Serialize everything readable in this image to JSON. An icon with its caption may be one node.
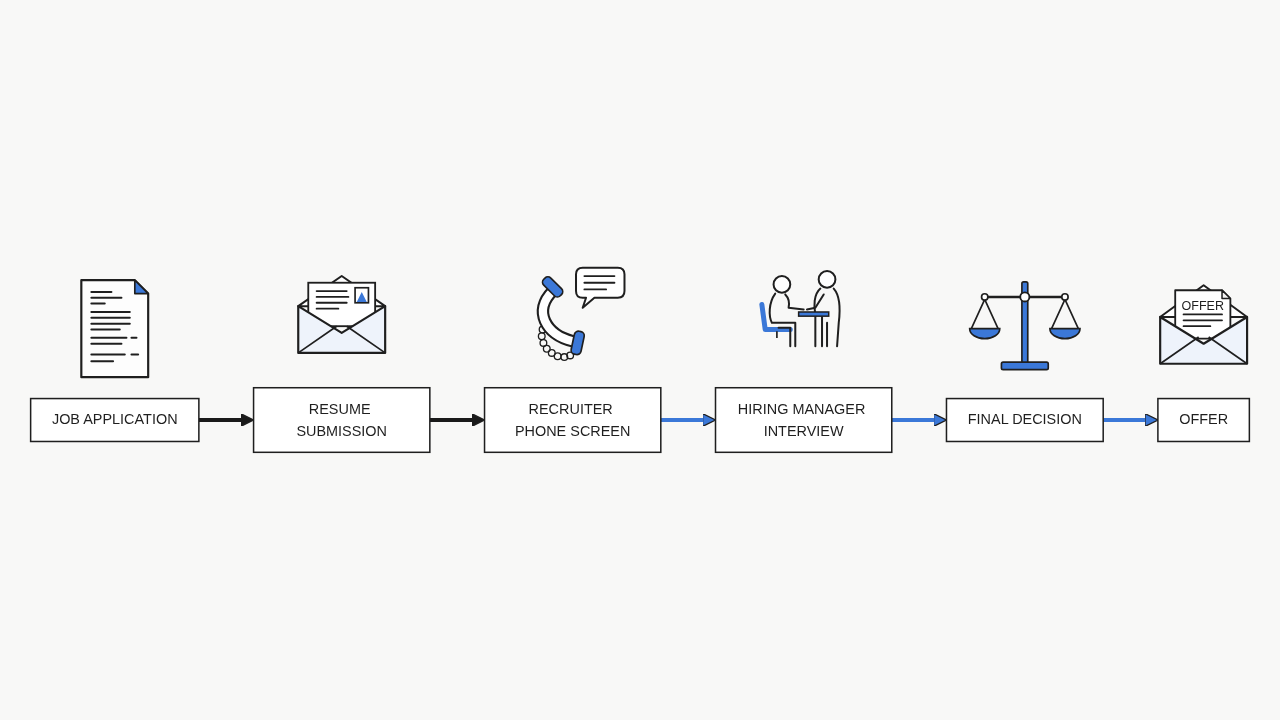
{
  "diagram": {
    "nodes": [
      {
        "text": [
          "JOB APPLICATION"
        ]
      },
      {
        "text": [
          "RESUME SUBMISSION"
        ]
      },
      {
        "text": [
          "RECRUITER PHONE SCREEN"
        ]
      },
      {
        "text": [
          "HIRING MANAGER INTERVIEW"
        ]
      },
      {
        "text": [
          "FINAL DECISION"
        ]
      },
      {
        "text": [
          "OFFER"
        ]
      }
    ],
    "edges": [
      {
        "from": 0,
        "to": 1,
        "arrow": "to",
        "color": "#1a1a1a"
      },
      {
        "from": 1,
        "to": 2,
        "arrow": "to",
        "color": "#1a1a1a"
      },
      {
        "from": 2,
        "to": 3,
        "arrow": "to"
      },
      {
        "from": 3,
        "to": 4,
        "arrow": "to"
      },
      {
        "from": 4,
        "to": 5,
        "arrow": "to"
      }
    ],
    "labels": [
      "OFFER"
    ]
  }
}
